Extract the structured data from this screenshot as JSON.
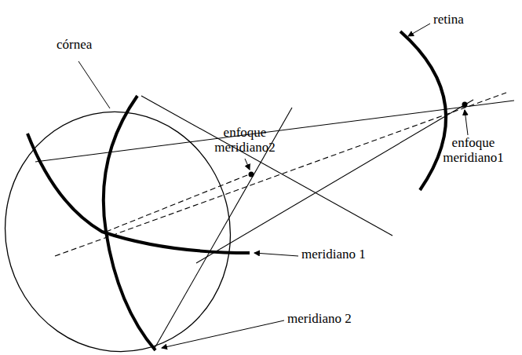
{
  "diagram": {
    "labels": [
      "córnea",
      "retina",
      "enfoque meridiano2",
      "enfoque meridiano1",
      "meridiano 1",
      "meridiano 2"
    ]
  }
}
